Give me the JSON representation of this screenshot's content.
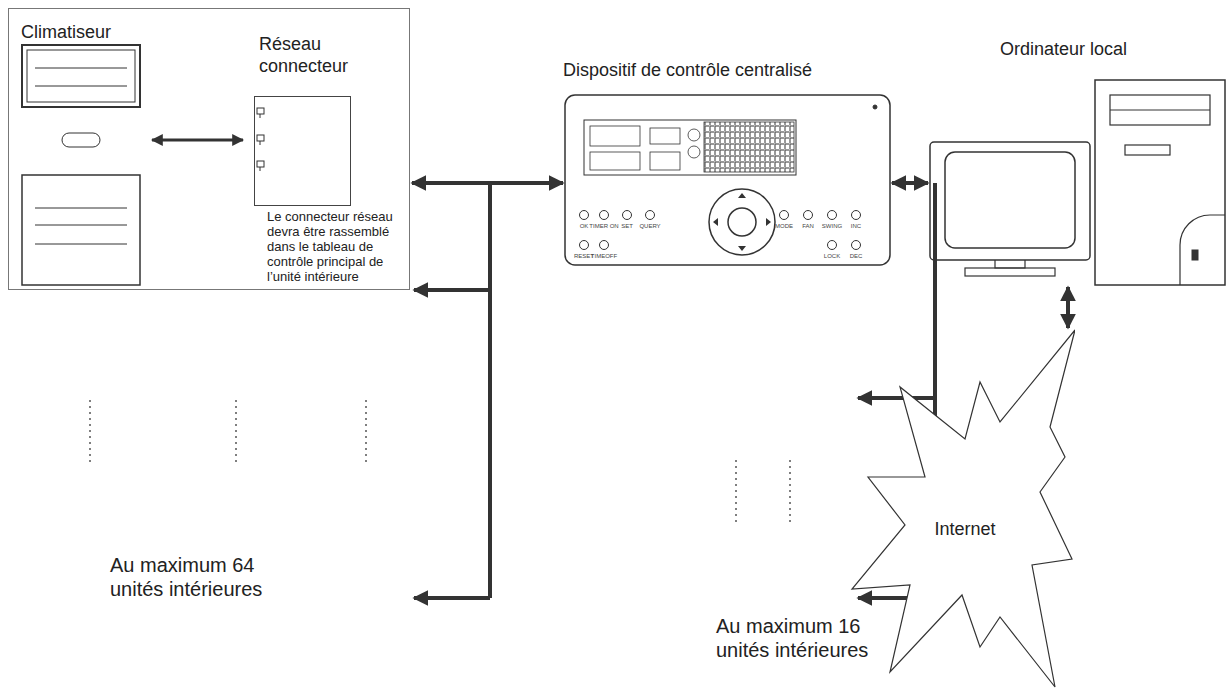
{
  "diagram": {
    "nodes": [
      {
        "text": [
          "Climatiseur",
          "Le connecteur réseau devra être rassemblé dans le tableau de contrôle principal de l’unité intérieure"
        ]
      },
      {
        "text": [
          "Réseau connecteur"
        ],
        "in": 0
      },
      {
        "text": [
          "Dispositif de contrôle centralisé"
        ]
      },
      {
        "text": [
          "Ordinateur local"
        ]
      },
      {
        "text": [
          "Internet"
        ]
      }
    ],
    "edges": [
      {
        "from": 0,
        "to": 2,
        "arrow": "both"
      },
      {
        "from": 2,
        "to": 3,
        "arrow": "both"
      },
      {
        "from": 3,
        "to": 4,
        "arrow": "both"
      }
    ],
    "labels": [
      "Au maximum 64 unités intérieures",
      "Au maximum 16 unités intérieures",
      "OK",
      "TIMER ON",
      "SET",
      "QUERY",
      "MODE",
      "FAN",
      "SWING",
      "INC",
      "RESET",
      "TIMEOFF",
      "LOCK",
      "DEC"
    ]
  }
}
